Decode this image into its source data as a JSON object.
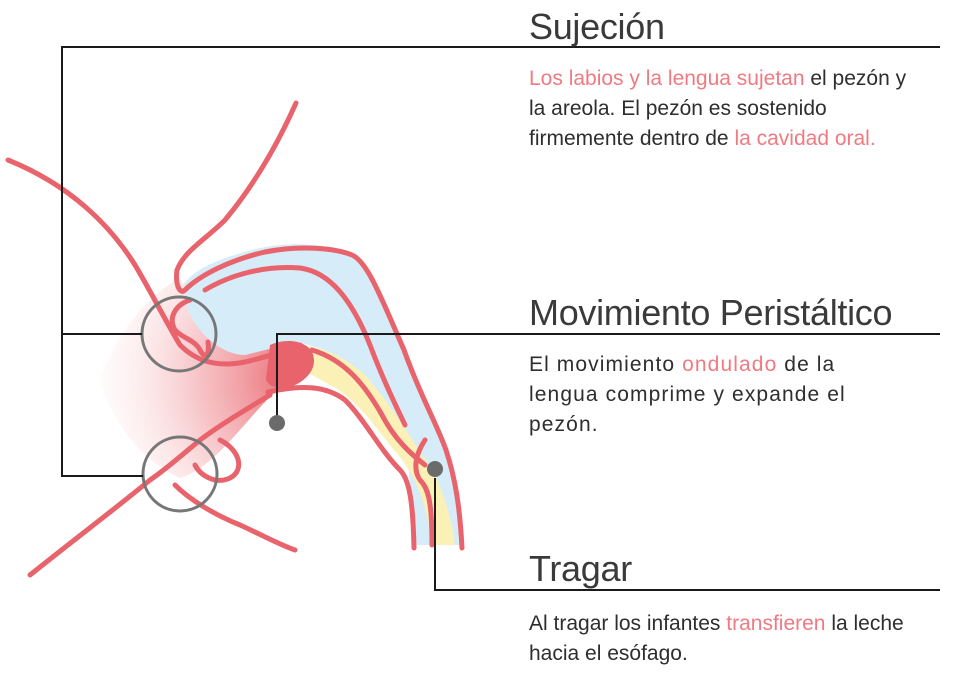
{
  "sections": {
    "sujecion": {
      "title": "Sujeción",
      "desc_hl1": "Los labios y la lengua sujetan",
      "desc_t1": " el pezón y la areola. El pezón es sostenido firmemente dentro de ",
      "desc_hl2": "la cavidad oral."
    },
    "peristaltico": {
      "title": "Movimiento Peristáltico",
      "desc_t1": "El movimiento ",
      "desc_hl1": "ondulado",
      "desc_t2": " de la lengua comprime y expande el pezón."
    },
    "tragar": {
      "title": "Tragar",
      "desc_t1": "Al tragar los infantes ",
      "desc_hl1": "transfieren",
      "desc_t2": " la leche hacia el esófago."
    }
  },
  "colors": {
    "outline": "#e8636b",
    "highlight_text": "#f07a82",
    "cavity_fill": "#d6ecf8",
    "tongue_fill": "#fbf1b6",
    "leader_line": "#1a1a1a",
    "lip_circle": "#777777"
  },
  "icons": [
    "lip-seal-circle",
    "marker-dot"
  ]
}
